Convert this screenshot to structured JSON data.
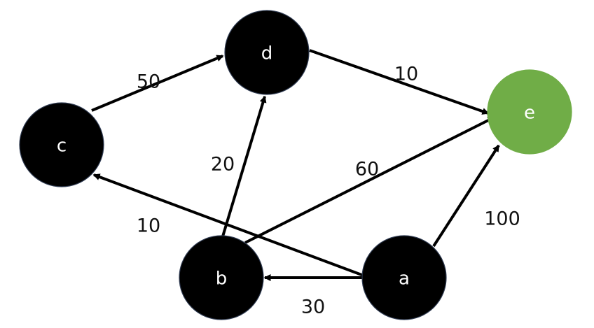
{
  "graph": {
    "nodes": [
      {
        "id": "c",
        "label": "c",
        "color": "#000000"
      },
      {
        "id": "d",
        "label": "d",
        "color": "#000000"
      },
      {
        "id": "e",
        "label": "e",
        "color": "#70ad47"
      },
      {
        "id": "b",
        "label": "b",
        "color": "#000000"
      },
      {
        "id": "a",
        "label": "a",
        "color": "#000000"
      }
    ],
    "edges": [
      {
        "from": "c",
        "to": "d",
        "weight": "50"
      },
      {
        "from": "d",
        "to": "e",
        "weight": "10"
      },
      {
        "from": "b",
        "to": "d",
        "weight": "20"
      },
      {
        "from": "b",
        "to": "e",
        "weight": "60"
      },
      {
        "from": "a",
        "to": "c",
        "weight": "10"
      },
      {
        "from": "a",
        "to": "e",
        "weight": "100"
      },
      {
        "from": "a",
        "to": "b",
        "weight": "30"
      }
    ],
    "edge_color": "#000000"
  }
}
